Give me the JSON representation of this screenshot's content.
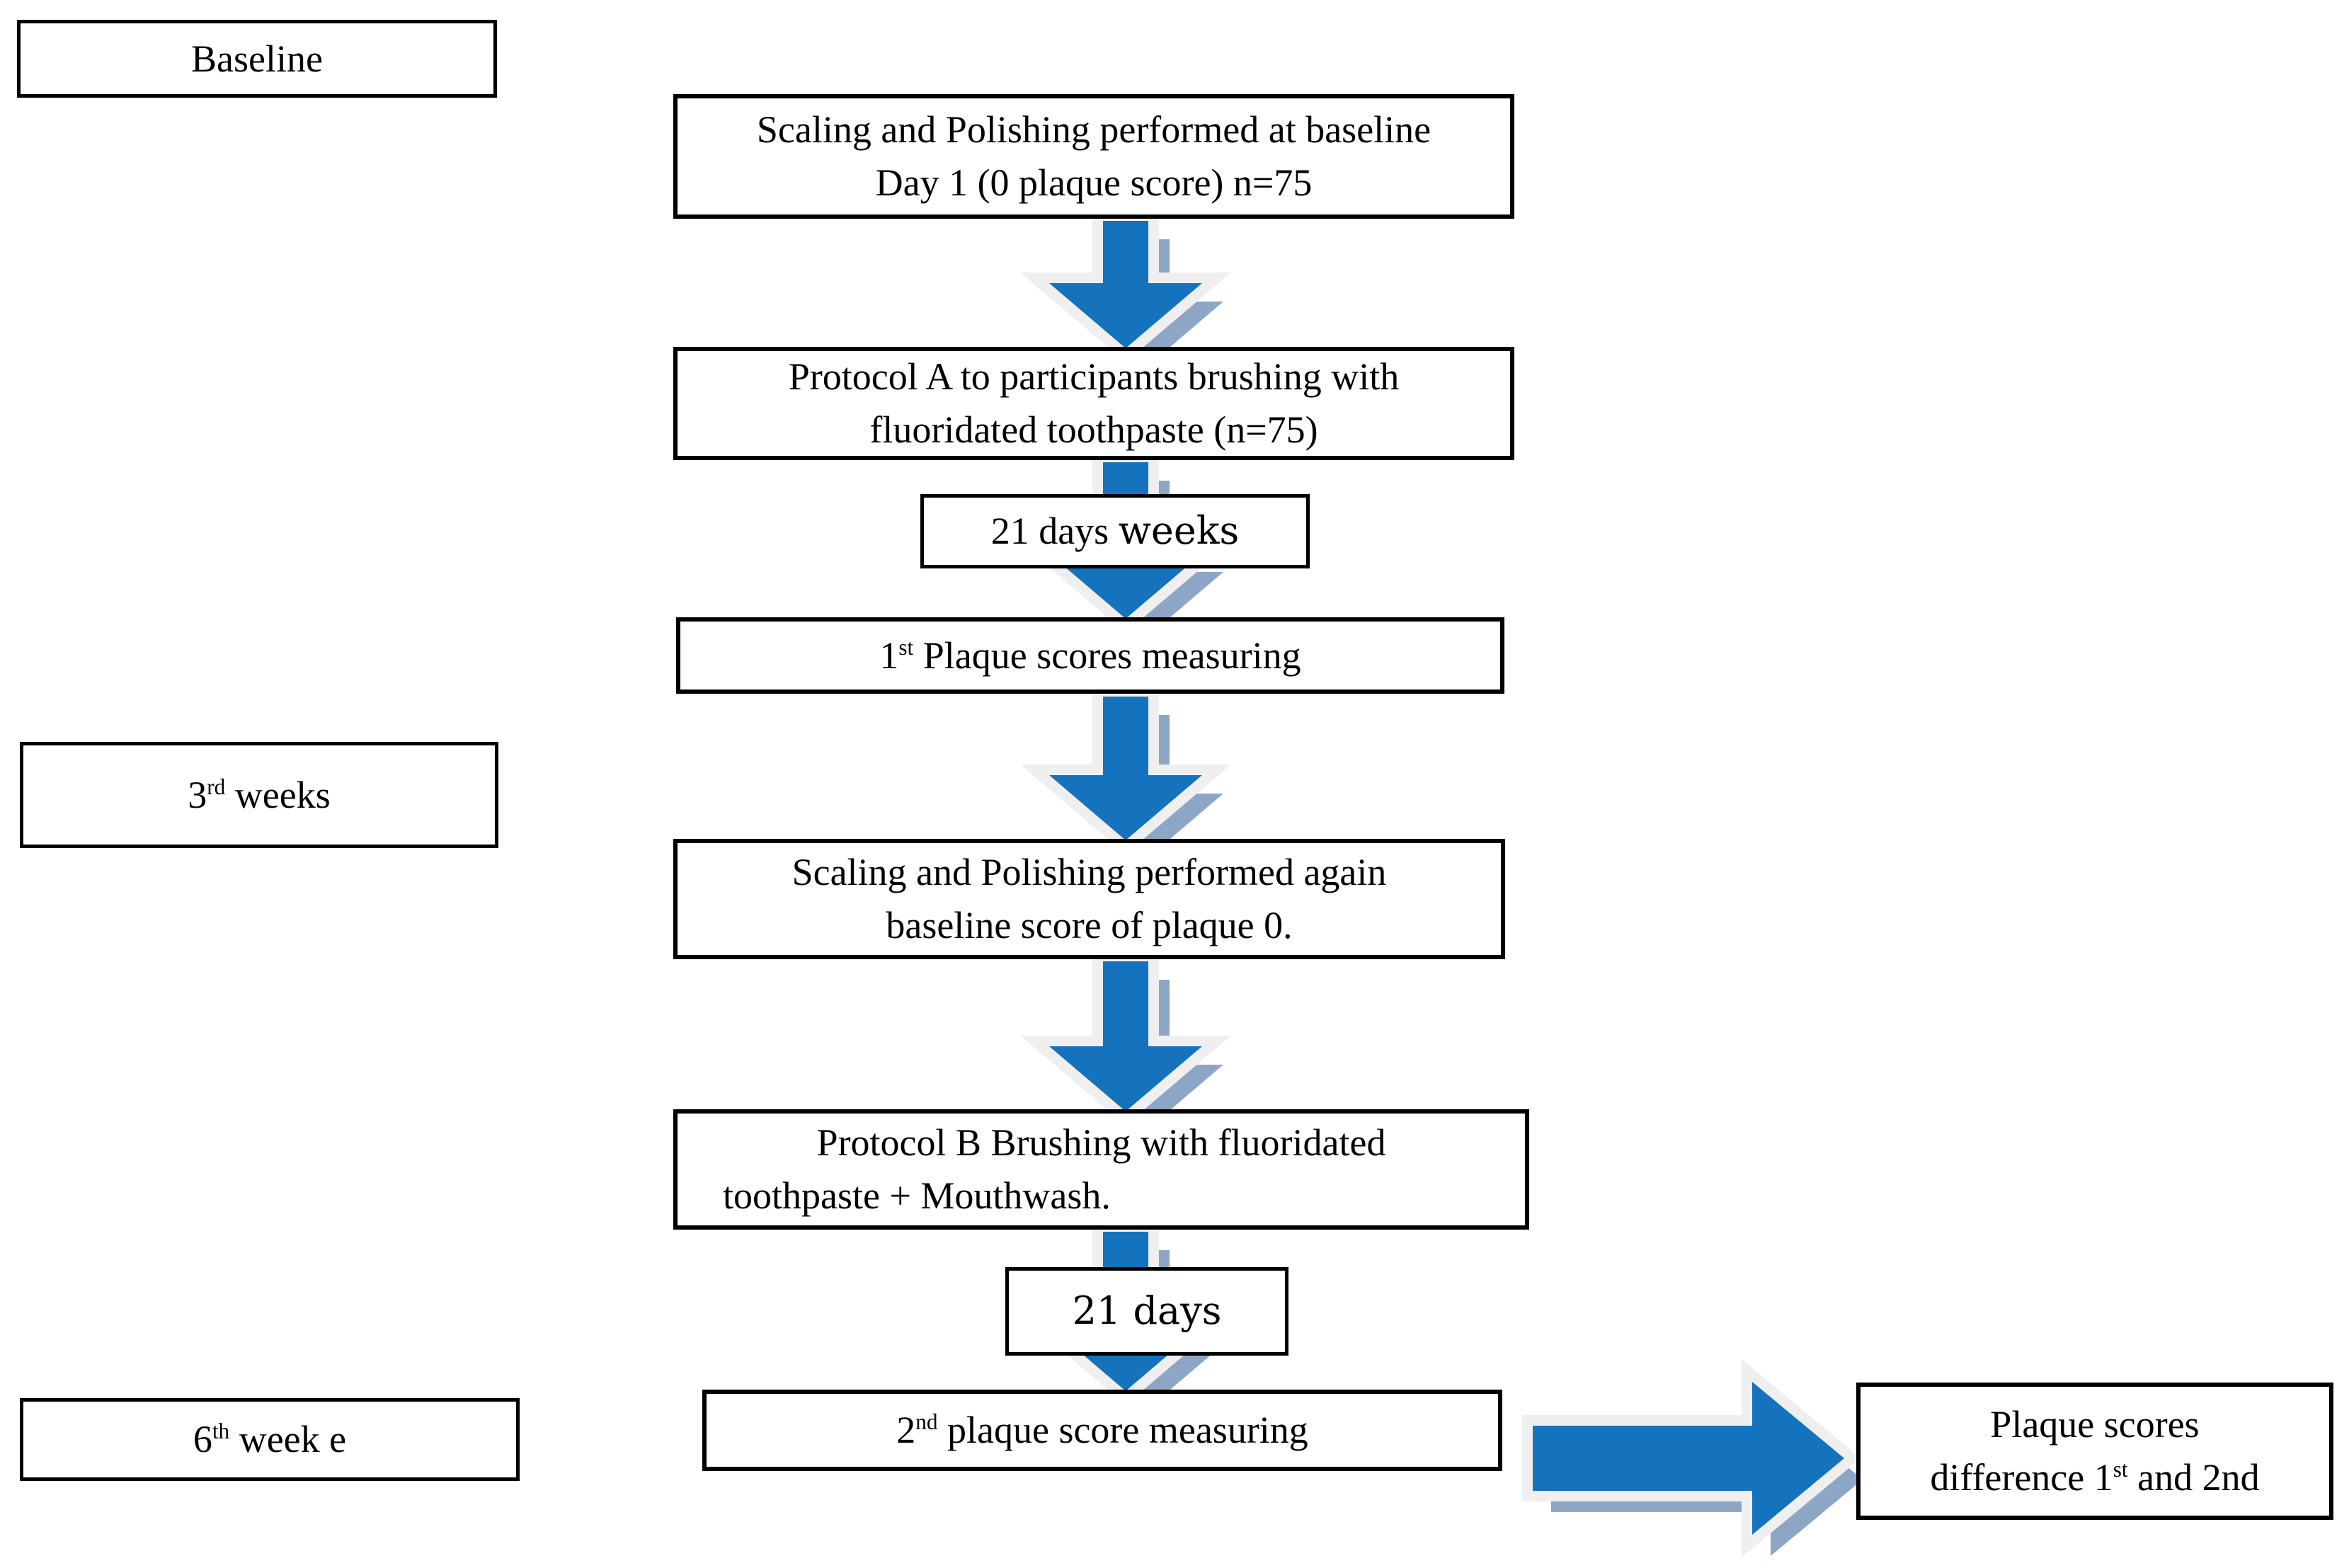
{
  "colors": {
    "arrow-blue": "#1473BC",
    "arrow-shadow": "#8EA6C6",
    "arrow-halo": "#EFEFEF",
    "box-border": "#000000",
    "page-bg": "#FFFFFF",
    "text": "#000000"
  },
  "icons": {
    "down_arrow": "block-arrow-down",
    "right_arrow": "block-arrow-right"
  },
  "flow": {
    "baseline_label": "Baseline",
    "step1_line1": "Scaling and Polishing performed at baseline",
    "step1_line2": "Day 1 (0 plaque score) n=75",
    "step2_line1": "Protocol A to participants brushing with",
    "step2_line2": "fluoridated toothpaste (n=75)",
    "interval1_pre": "21 days ",
    "interval1_alt": "weeks",
    "step3_pre": "1",
    "step3_sup": "st",
    "step3_post": " Plaque scores measuring",
    "week3_pre": "3",
    "week3_sup": "rd",
    "week3_post": " weeks",
    "step4_line1": "Scaling and Polishing performed again",
    "step4_line2": "baseline score of plaque 0.",
    "step5_line1": "Protocol B Brushing with fluoridated",
    "step5_line2": "toothpaste + Mouthwash.",
    "interval2_label": "21 days",
    "step6_pre": "2",
    "step6_sup": "nd",
    "step6_post": " plaque score measuring",
    "week6_pre": "6",
    "week6_sup": "th",
    "week6_post": " week e",
    "result_line1": "Plaque scores",
    "result_line2_pre": "difference 1",
    "result_line2_sup": "st",
    "result_line2_post": " and 2nd"
  }
}
